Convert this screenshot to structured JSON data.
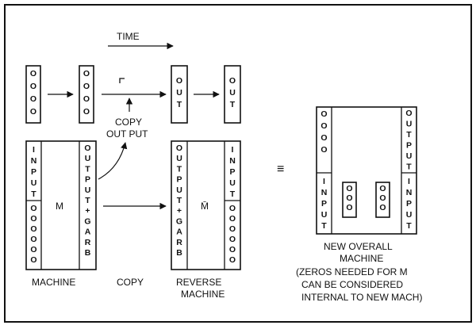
{
  "diagram": {
    "time_label": "TIME",
    "copy_output_line1": "COPY",
    "copy_output_line2": "OUT PUT",
    "equals_symbol": "≡",
    "stage_labels": {
      "machine": "MACHINE",
      "copy": "COPY",
      "reverse_line1": "REVERSE",
      "reverse_line2": "MACHINE"
    },
    "top_cells": {
      "zeros": "OOOO",
      "out": "OUT"
    },
    "machine": {
      "left_top": "INPUT",
      "left_bottom": "OOOOOO",
      "center": "M",
      "right": "OUTPUT+GARB"
    },
    "reverse_machine": {
      "left": "OUTPUT+GARB",
      "center": "M̄",
      "right_top": "INPUT",
      "right_bottom": "OOOOOO"
    },
    "new_machine": {
      "left_top": "OOOO",
      "left_bottom": "INPUT",
      "inner_left": "OOO",
      "inner_right": "OOO",
      "right_top": "OUTPUT",
      "right_bottom": "INPUT",
      "caption_line1": "NEW OVERALL",
      "caption_line2": "MACHINE",
      "note_line1": "(ZEROS NEEDED FOR M",
      "note_line2": "CAN BE CONSIDERED",
      "note_line3": "INTERNAL TO NEW MACH)"
    }
  }
}
